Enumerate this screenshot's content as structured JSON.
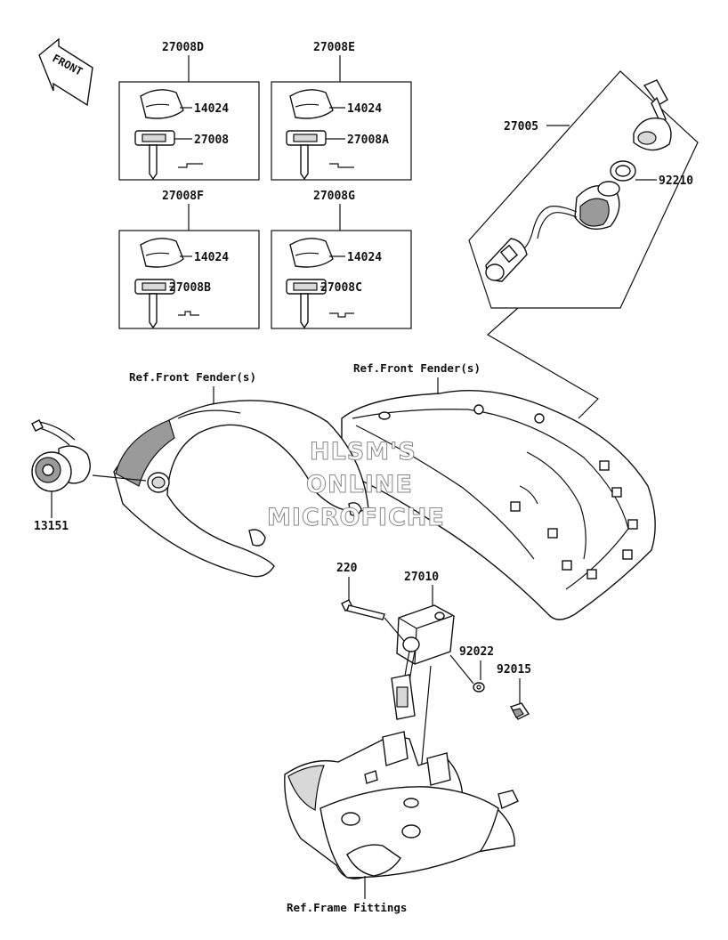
{
  "labels": {
    "front": "FRONT",
    "kit_d": "27008D",
    "kit_e": "27008E",
    "kit_f": "27008F",
    "kit_g": "27008G",
    "cap_d": "14024",
    "cap_e": "14024",
    "cap_f": "14024",
    "cap_g": "14024",
    "key_d": "27008",
    "key_e": "27008A",
    "key_f": "27008B",
    "key_g": "27008C",
    "switch_assy": "27005",
    "nut": "92210",
    "ref_fender_left": "Ref.Front Fender(s)",
    "ref_fender_right": "Ref.Front Fender(s)",
    "lock": "13151",
    "bolt": "220",
    "control_unit": "27010",
    "washer": "92022",
    "clip_nut": "92015",
    "ref_frame": "Ref.Frame Fittings"
  },
  "watermark": {
    "line1": "HLSM'S",
    "line2": "ONLINE",
    "line3": "MICROFICHE"
  }
}
